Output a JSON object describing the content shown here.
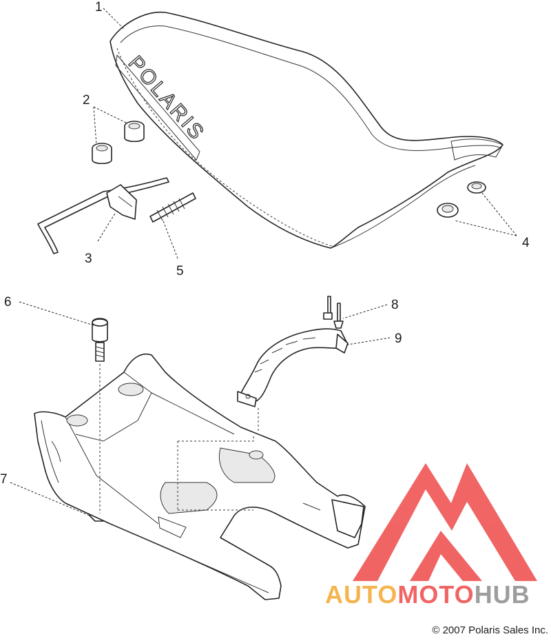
{
  "callouts": [
    "1",
    "2",
    "3",
    "4",
    "5",
    "6",
    "7",
    "8",
    "9"
  ],
  "seat_brand": "POLARIS",
  "watermark": {
    "part1": "AUTO",
    "part2": "MOTO",
    "part3": "HUB",
    "color_orange": "#f4a830",
    "color_red": "#ef4a4a",
    "color_gray": "#8c8c8c"
  },
  "copyright": "© 2007 Polaris Sales Inc."
}
